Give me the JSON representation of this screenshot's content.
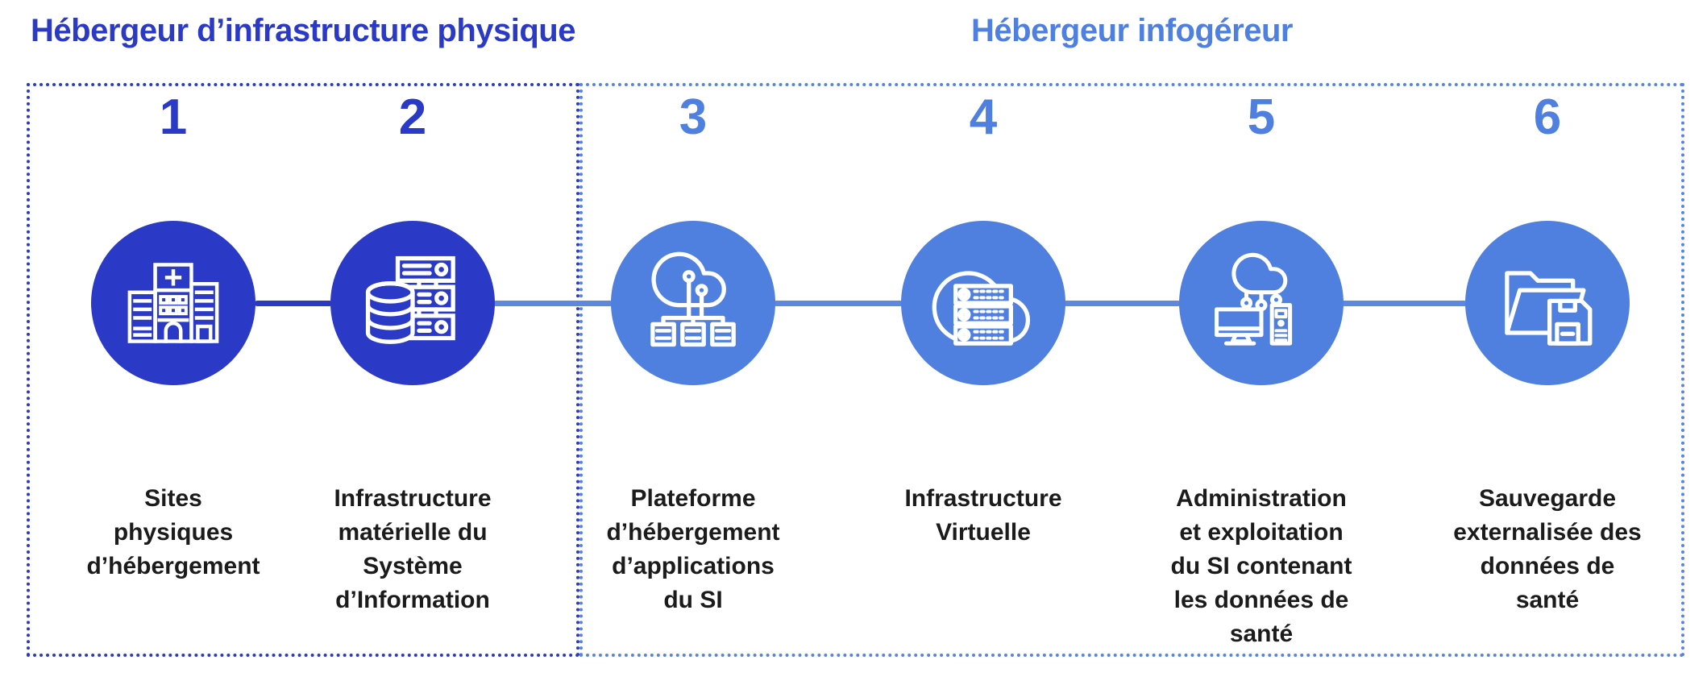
{
  "colors": {
    "dark_blue": "#2B3AC6",
    "light_blue": "#4F80DF",
    "connector_light_blue": "#5C88E0",
    "label_text": "#1B1B1B",
    "background": "#FFFFFF",
    "icon_stroke": "#FFFFFF"
  },
  "groups": [
    {
      "title": "Hébergeur d’infrastructure physique",
      "items": [
        {
          "number": "1",
          "label": "Sites\nphysiques\nd’hébergement",
          "icon": "hospital-building-icon"
        },
        {
          "number": "2",
          "label": "Infrastructure\nmatérielle du\nSystème\nd’Information",
          "icon": "database-server-rack-icon"
        }
      ]
    },
    {
      "title": "Hébergeur infogéreur",
      "items": [
        {
          "number": "3",
          "label": "Plateforme\nd’hébergement\nd’applications\ndu SI",
          "icon": "cloud-network-servers-icon"
        },
        {
          "number": "4",
          "label": "Infrastructure\nVirtuelle",
          "icon": "cloud-virtual-server-icon"
        },
        {
          "number": "5",
          "label": "Administration\net exploitation\ndu SI contenant\nles données de\nsanté",
          "icon": "cloud-admin-workstation-icon"
        },
        {
          "number": "6",
          "label": "Sauvegarde\nexternalisée des\ndonnées de\nsanté",
          "icon": "folder-floppy-backup-icon"
        }
      ]
    }
  ]
}
